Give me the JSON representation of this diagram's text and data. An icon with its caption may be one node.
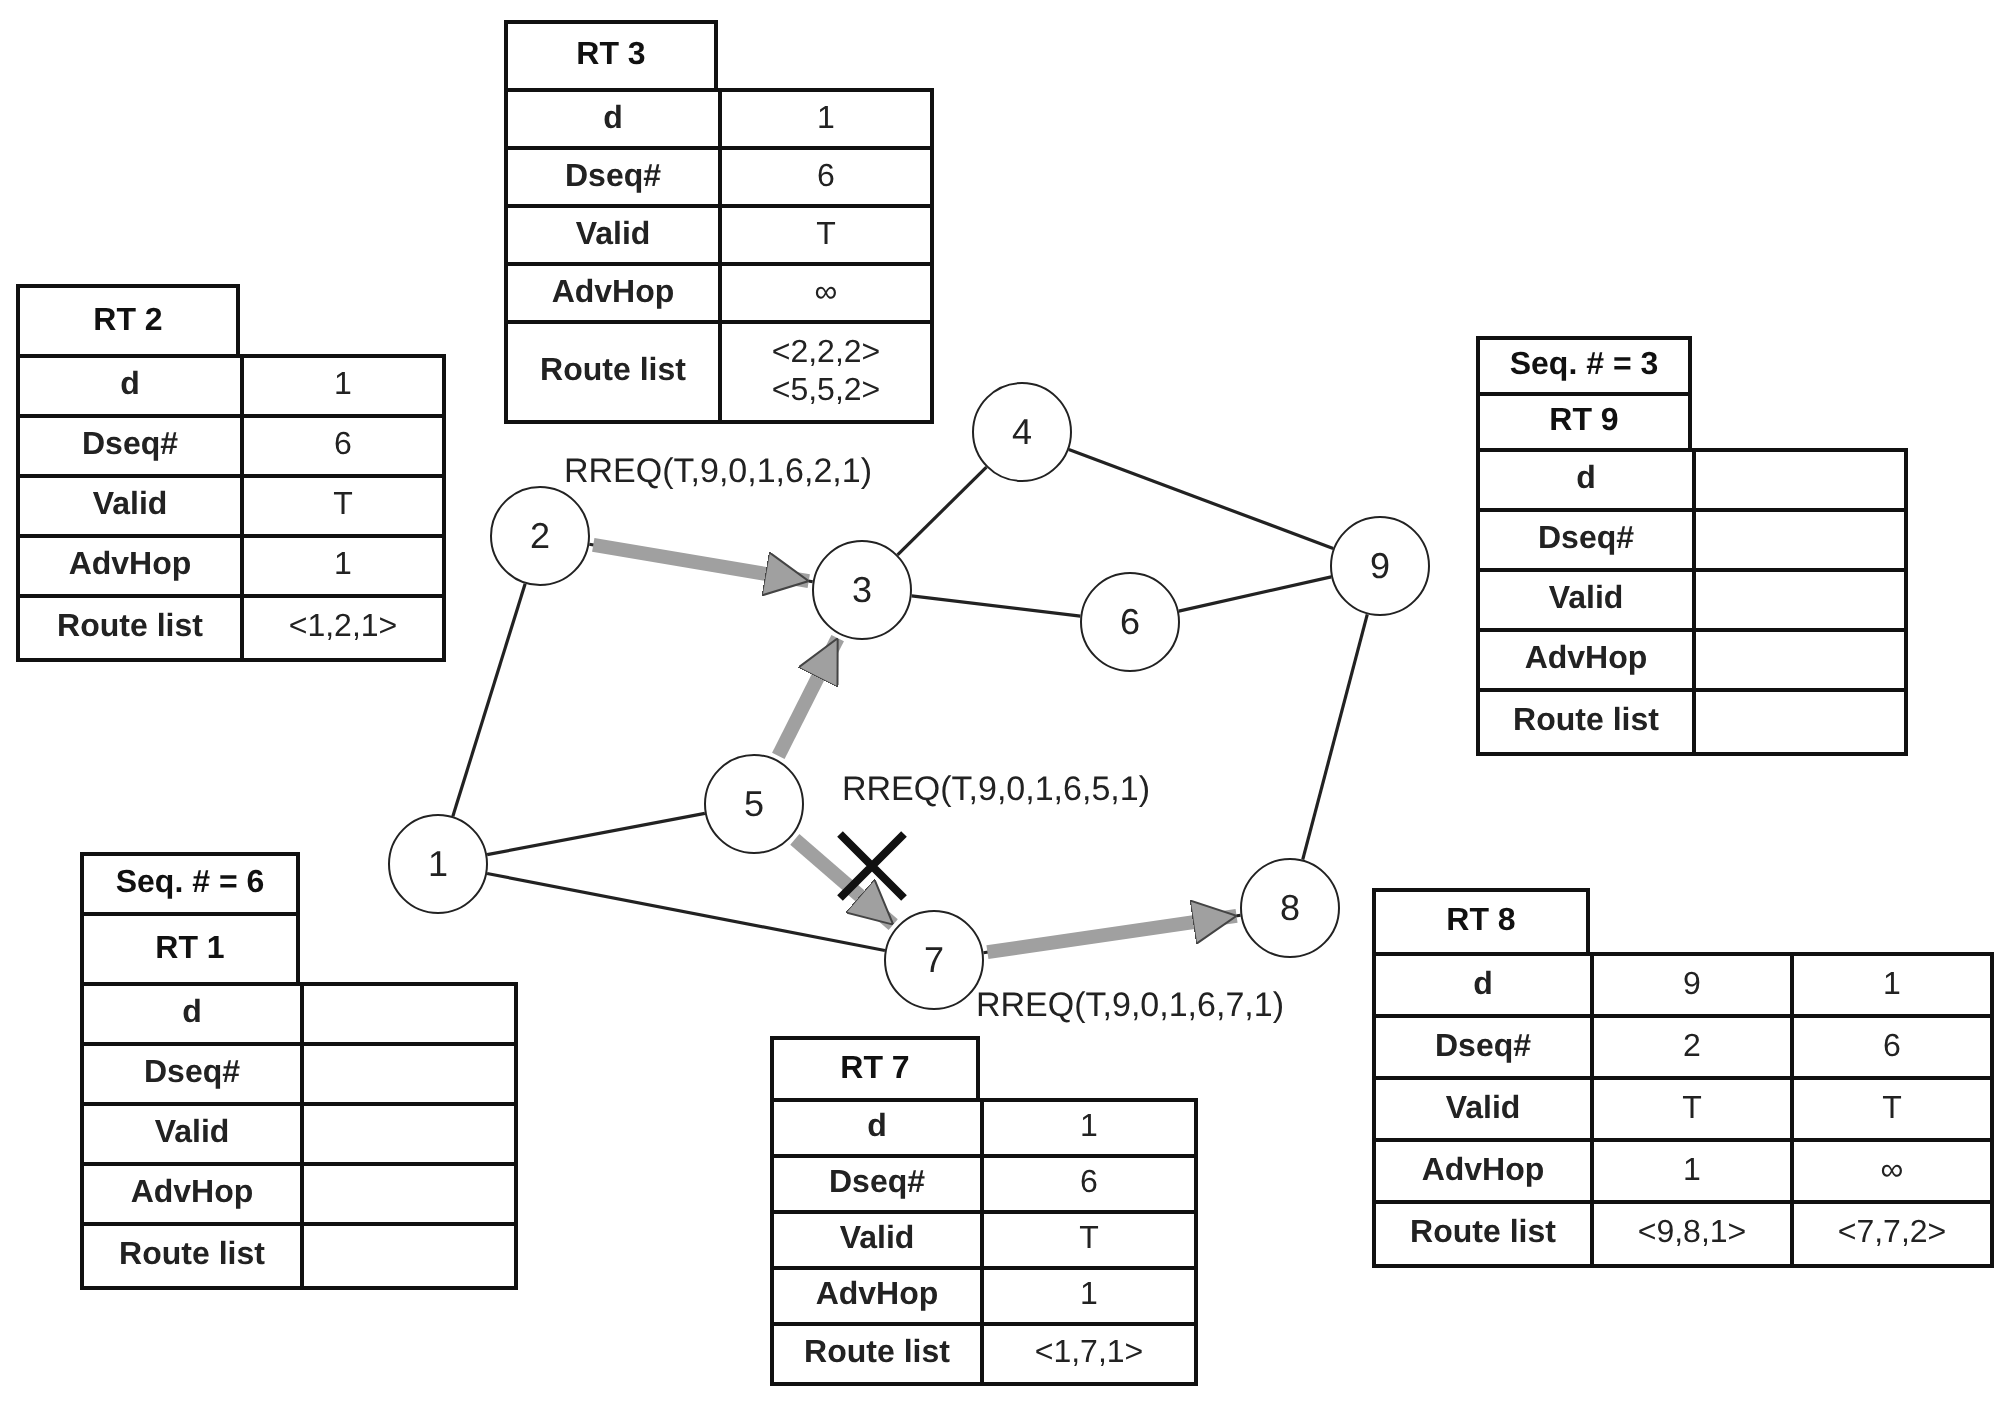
{
  "diagram": {
    "nodes": [
      {
        "text": [
          "1"
        ]
      },
      {
        "text": [
          "2"
        ]
      },
      {
        "text": [
          "3"
        ]
      },
      {
        "text": [
          "4"
        ]
      },
      {
        "text": [
          "5"
        ]
      },
      {
        "text": [
          "6"
        ]
      },
      {
        "text": [
          "7"
        ]
      },
      {
        "text": [
          "8"
        ]
      },
      {
        "text": [
          "9"
        ]
      }
    ],
    "edges": [
      {
        "from": 0,
        "to": 1,
        "arrow": "none"
      },
      {
        "from": 0,
        "to": 4,
        "arrow": "none"
      },
      {
        "from": 0,
        "to": 6,
        "arrow": "none"
      },
      {
        "from": 1,
        "to": 2,
        "arrow": "none"
      },
      {
        "from": 2,
        "to": 3,
        "arrow": "none"
      },
      {
        "from": 2,
        "to": 5,
        "arrow": "none"
      },
      {
        "from": 3,
        "to": 8,
        "arrow": "none"
      },
      {
        "from": 5,
        "to": 8,
        "arrow": "none"
      },
      {
        "from": 6,
        "to": 7,
        "arrow": "none"
      },
      {
        "from": 8,
        "to": 7,
        "arrow": "none"
      },
      {
        "from": 1,
        "to": 2,
        "arrow": "to",
        "style": "thick",
        "color": "#a0a0a0",
        "label": "RREQ(T,9,0,1,6,2,1)"
      },
      {
        "from": 4,
        "to": 2,
        "arrow": "to",
        "style": "thick",
        "color": "#a0a0a0"
      },
      {
        "from": 4,
        "to": 6,
        "arrow": "to",
        "style": "thick",
        "color": "#a0a0a0",
        "label": "RREQ(T,9,0,1,6,5,1)"
      },
      {
        "from": 6,
        "to": 7,
        "arrow": "to",
        "style": "thick",
        "color": "#a0a0a0",
        "label": "RREQ(T,9,0,1,6,7,1)"
      }
    ],
    "labels": [
      "RT 3",
      "d",
      "1",
      "Dseq#",
      "6",
      "Valid",
      "T",
      "AdvHop",
      "∞",
      "Route list",
      "<2,2,2> <5,5,2>",
      "RT 2",
      "d",
      "1",
      "Dseq#",
      "6",
      "Valid",
      "T",
      "AdvHop",
      "1",
      "Route list",
      "<1,2,1>",
      "Seq. # = 3",
      "RT 9",
      "d",
      "Dseq#",
      "Valid",
      "AdvHop",
      "Route list",
      "Seq. # = 6",
      "RT 1",
      "d",
      "Dseq#",
      "Valid",
      "AdvHop",
      "Route list",
      "RT 7",
      "d",
      "1",
      "Dseq#",
      "6",
      "Valid",
      "T",
      "AdvHop",
      "1",
      "Route list",
      "<1,7,1>",
      "RT 8",
      "d",
      "9",
      "1",
      "Dseq#",
      "2",
      "6",
      "Valid",
      "T",
      "T",
      "AdvHop",
      "1",
      "∞",
      "Route list",
      "<9,8,1>",
      "<7,7,2>"
    ]
  }
}
